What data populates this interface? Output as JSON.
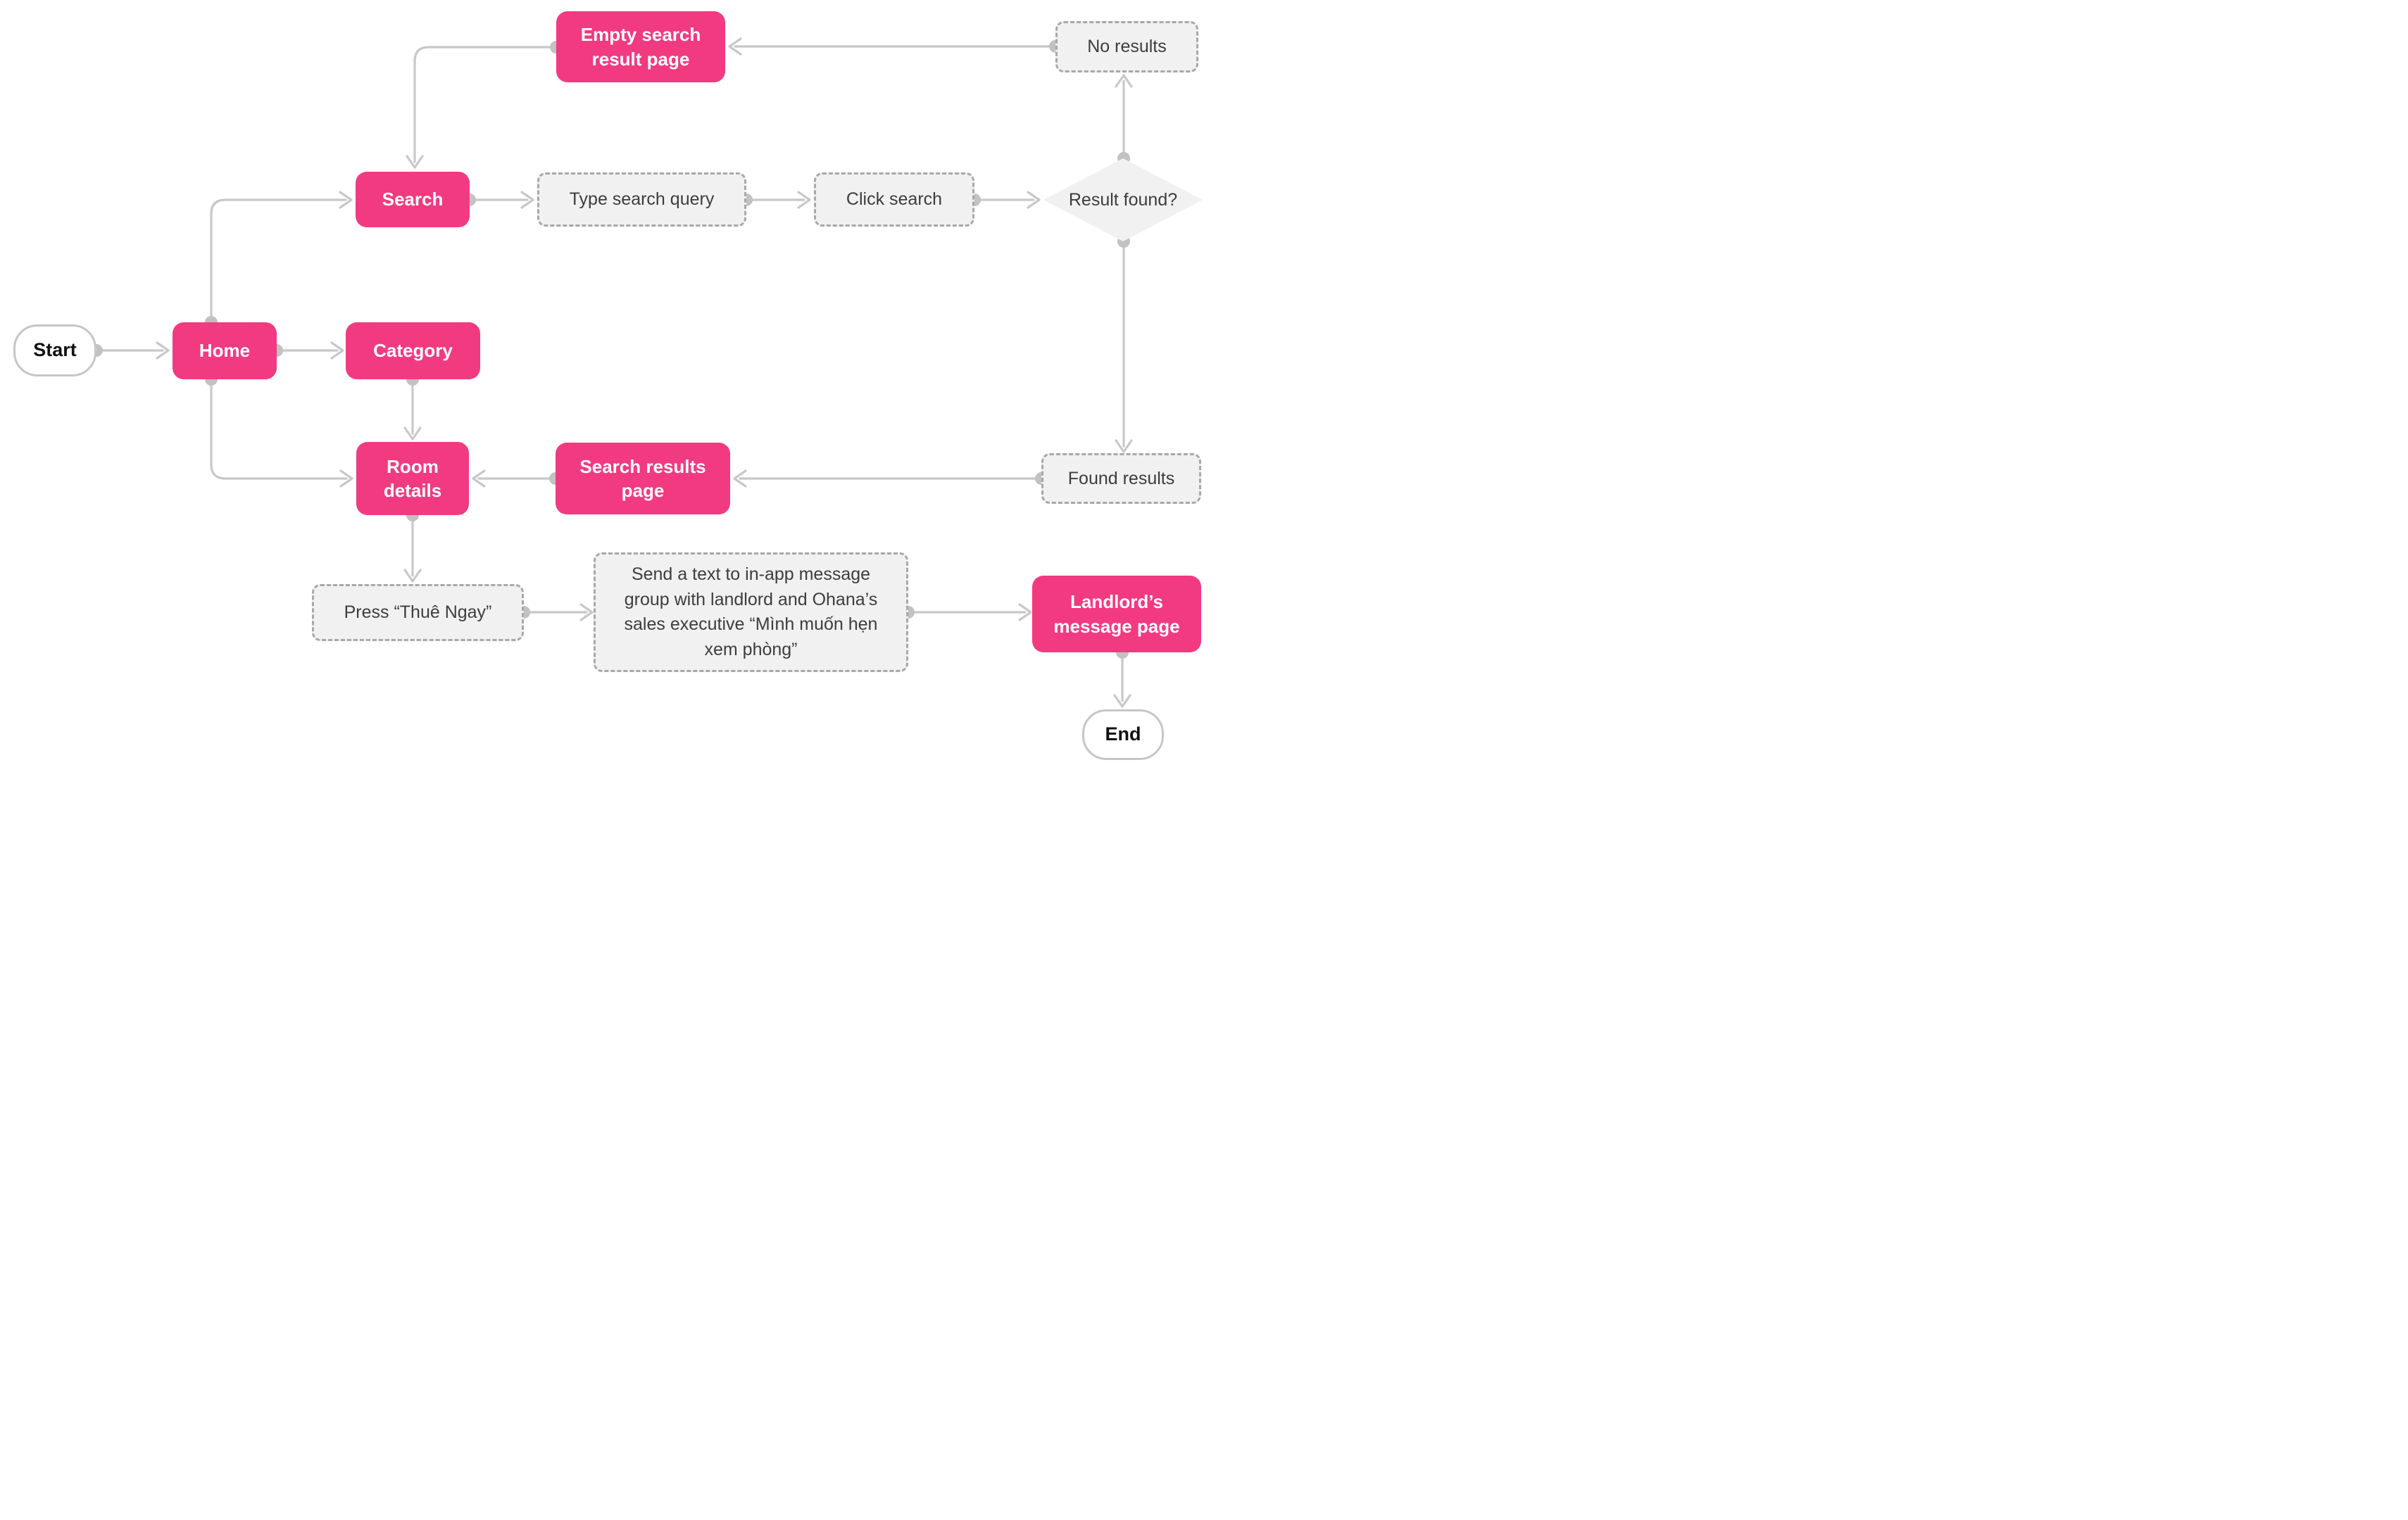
{
  "colors": {
    "pink": "#F23A80",
    "pink_text": "#FFFFFF",
    "line": "#C8C8C8",
    "dot": "#C2C2C2",
    "dashed_fill": "#F1F1F1",
    "dashed_border": "#A8A8A8",
    "diamond_fill": "#F1F1F1",
    "text_dark": "#3D3D3D",
    "terminal_border": "#C6C6C6",
    "terminal_text": "#111111",
    "bg": "#FFFFFF"
  },
  "nodes": {
    "start": {
      "label": "Start",
      "type": "terminal"
    },
    "home": {
      "label": "Home",
      "type": "screen"
    },
    "search": {
      "label": "Search",
      "type": "screen"
    },
    "category": {
      "label": "Category",
      "type": "screen"
    },
    "empty_results_page": {
      "label": "Empty search result page",
      "type": "screen"
    },
    "type_search_query": {
      "label": "Type search query",
      "type": "action"
    },
    "click_search": {
      "label": "Click search",
      "type": "action"
    },
    "result_found": {
      "label": "Result found?",
      "type": "decision"
    },
    "no_results": {
      "label": "No results",
      "type": "state"
    },
    "found_results": {
      "label": "Found results",
      "type": "state"
    },
    "search_results_page": {
      "label": "Search results page",
      "type": "screen"
    },
    "room_details": {
      "label": "Room details",
      "type": "screen"
    },
    "press_thue_ngay": {
      "label": "Press “Thuê Ngay”",
      "type": "action"
    },
    "send_text": {
      "label": "Send a text to in-app message group with landlord and Ohana’s sales executive “Mình muốn hẹn xem phòng”",
      "type": "action"
    },
    "landlord_message_page": {
      "label": "Landlord’s message page",
      "type": "screen"
    },
    "end": {
      "label": "End",
      "type": "terminal"
    }
  }
}
